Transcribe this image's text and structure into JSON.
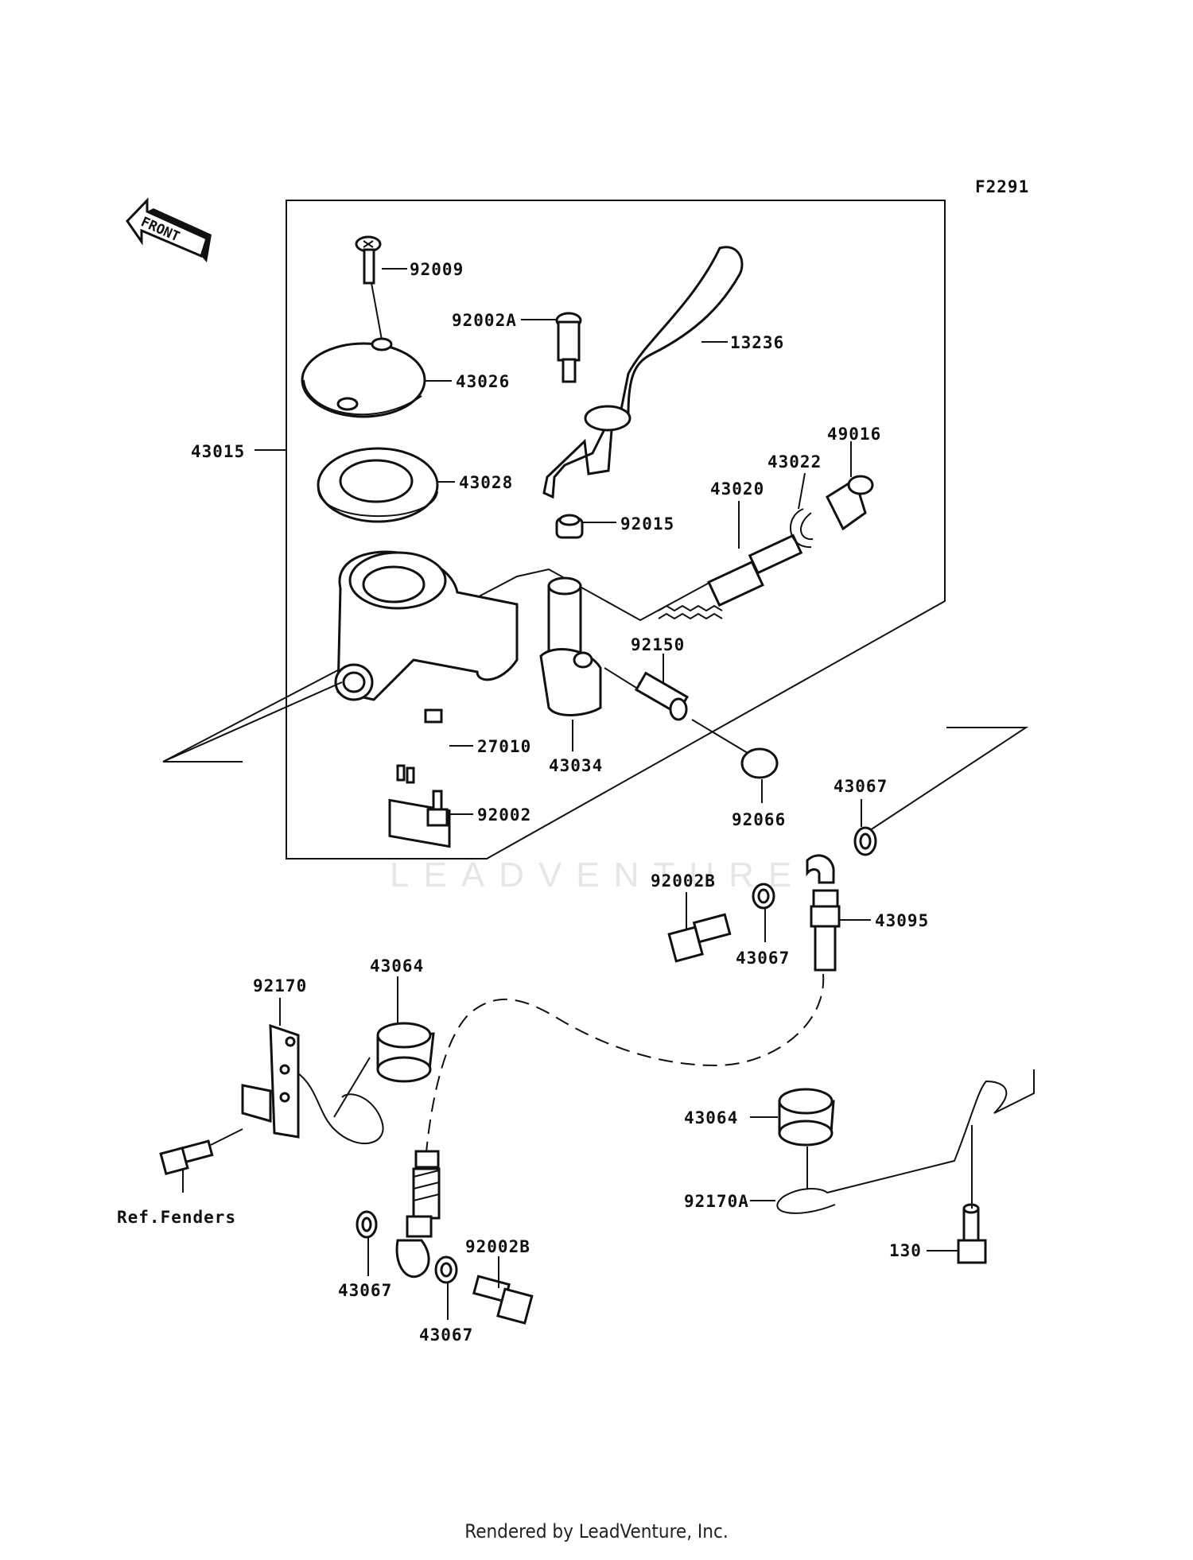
{
  "figure_code": "F2291",
  "front_label": "FRONT",
  "watermark": "LEADVENTURE",
  "footer": "Rendered by LeadVenture, Inc.",
  "callouts": {
    "p92009": "92009",
    "p92002A": "92002A",
    "p13236": "13236",
    "p43026": "43026",
    "p43015": "43015",
    "p43028": "43028",
    "p49016": "49016",
    "p43022": "43022",
    "p43020": "43020",
    "p92015": "92015",
    "p92150": "92150",
    "p27010": "27010",
    "p43034": "43034",
    "p92002": "92002",
    "p92066": "92066",
    "p43067_top": "43067",
    "p92002B_top": "92002B",
    "p43067_mid": "43067",
    "p43095": "43095",
    "p43064_left": "43064",
    "p92170": "92170",
    "ref_fenders": "Ref.Fenders",
    "p43064_right": "43064",
    "p92170A": "92170A",
    "p130": "130",
    "p43067_bl": "43067",
    "p92002B_bottom": "92002B",
    "p43067_bottom": "43067"
  }
}
